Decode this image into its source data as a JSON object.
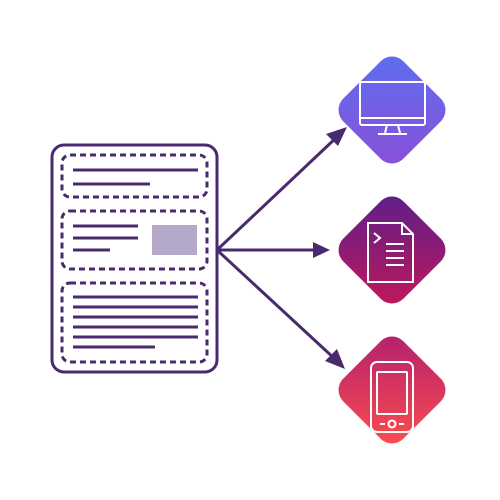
{
  "diagram": {
    "source": {
      "icon": "content-layout-document-icon",
      "sections": [
        "text-lines-section",
        "text-with-image-section",
        "paragraph-section"
      ]
    },
    "targets": [
      {
        "icon": "desktop-monitor-icon",
        "gradient": [
          "#5c6ff0",
          "#8a4fd8"
        ]
      },
      {
        "icon": "code-file-icon",
        "gradient": [
          "#5a1f8a",
          "#c2185b"
        ]
      },
      {
        "icon": "mobile-phone-icon",
        "gradient": [
          "#b0206e",
          "#ff4d4d"
        ]
      }
    ],
    "colors": {
      "stroke": "#4a2a6e",
      "image_placeholder": "#b4a9c8",
      "icon_stroke": "#ffffff"
    }
  }
}
